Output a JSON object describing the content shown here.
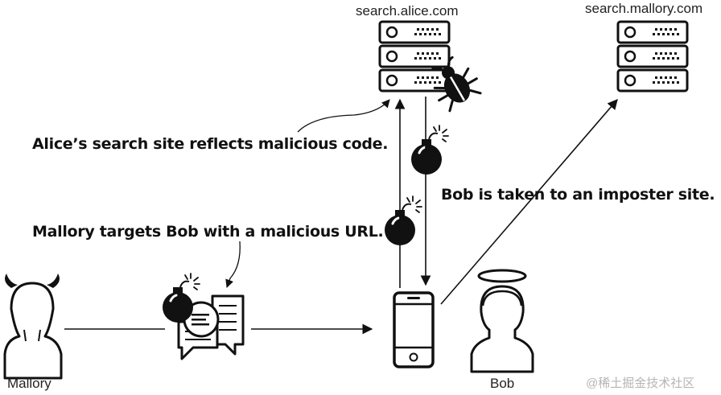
{
  "servers": {
    "alice_host": "search.alice.com",
    "mallory_host": "search.mallory.com"
  },
  "captions": {
    "reflects": "Alice’s search site reflects malicious code.",
    "targets": "Mallory targets Bob with a malicious URL.",
    "imposter": "Bob is taken to an imposter site."
  },
  "people": {
    "mallory": "Mallory",
    "bob": "Bob"
  },
  "watermark": "@稀土掘金技术社区"
}
